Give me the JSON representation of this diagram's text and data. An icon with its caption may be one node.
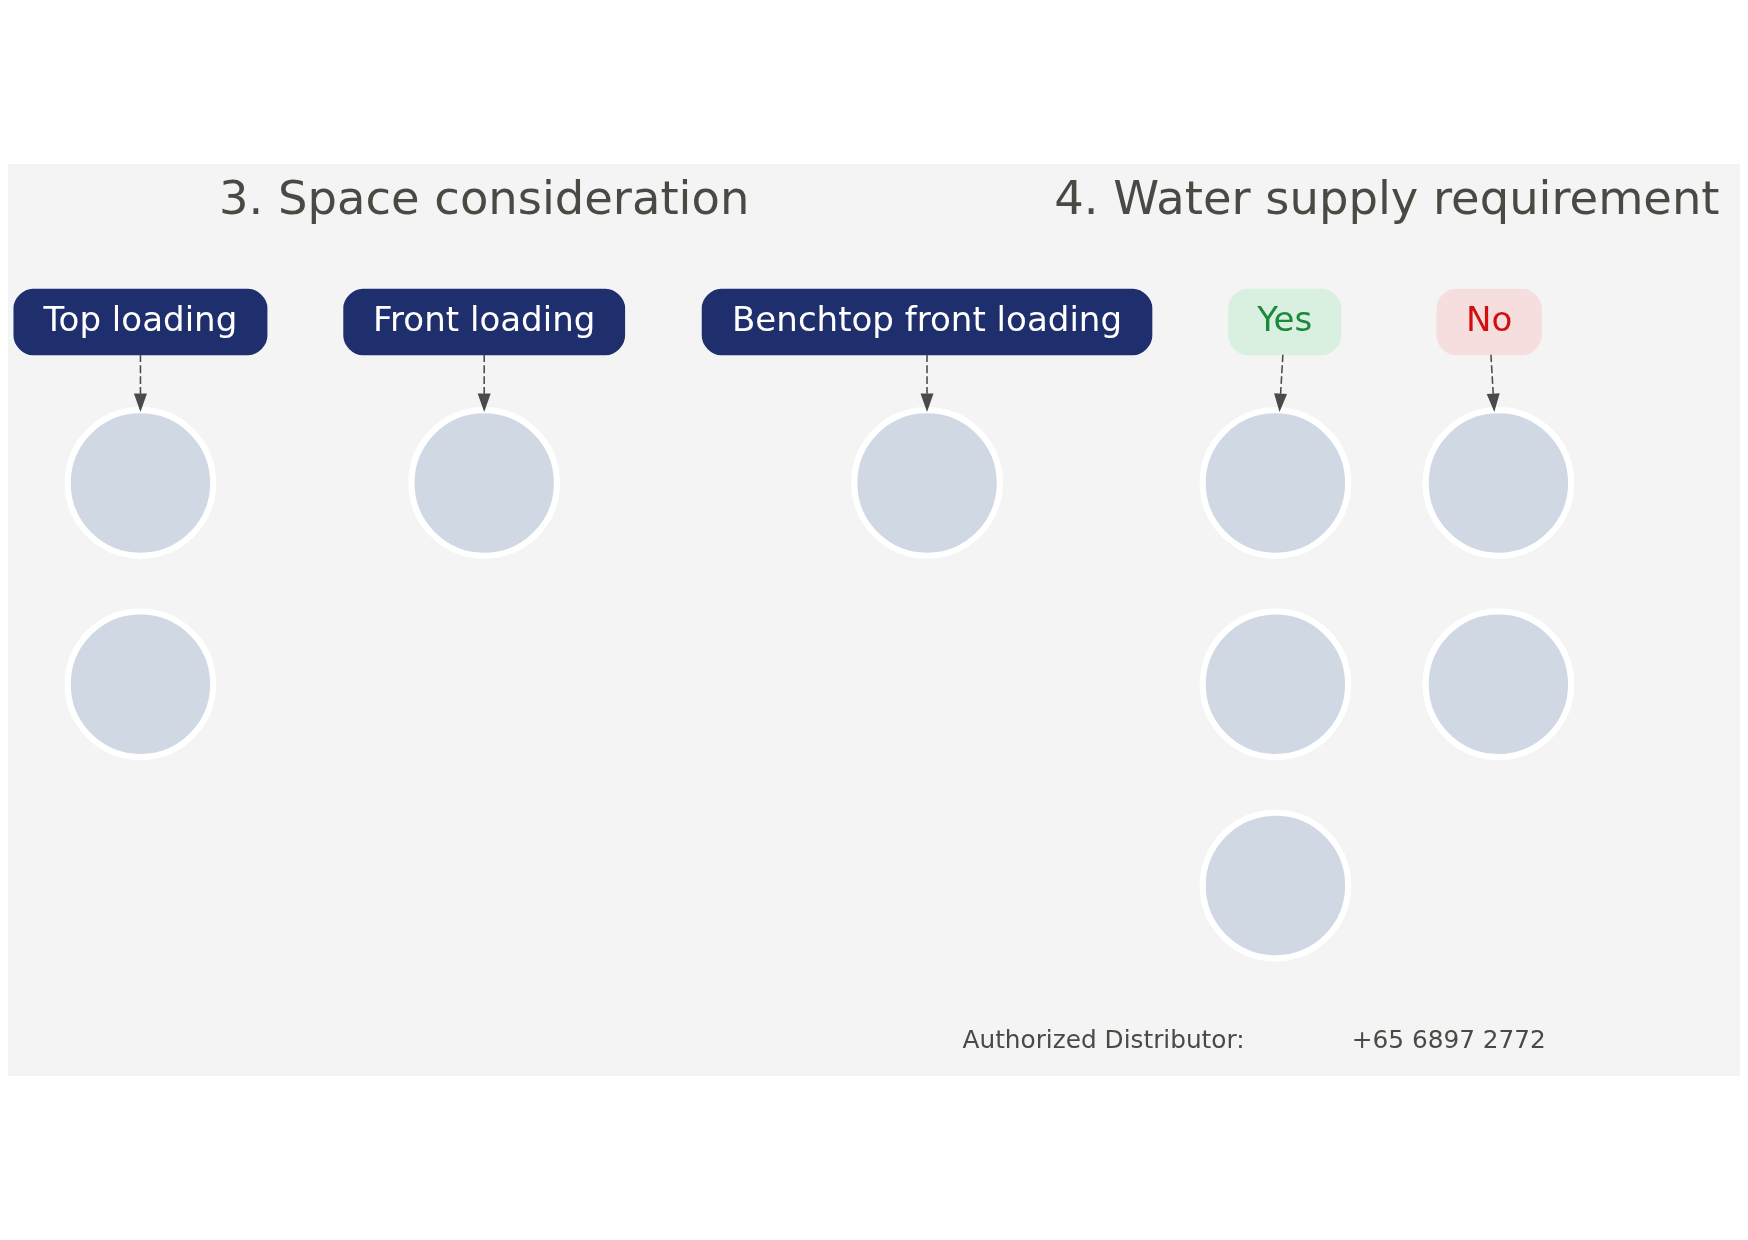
{
  "diagram": {
    "nodes": [
      {
        "text": [
          "Top loading"
        ]
      },
      {
        "text": [
          "Front loading"
        ]
      },
      {
        "text": [
          "Benchtop front loading"
        ]
      },
      {
        "text": [
          "Yes"
        ]
      },
      {
        "text": [
          "No"
        ]
      },
      {
        "text": [],
        "shape": "circle"
      },
      {
        "text": [],
        "shape": "circle"
      },
      {
        "text": [],
        "shape": "circle"
      },
      {
        "text": [],
        "shape": "circle"
      },
      {
        "text": [],
        "shape": "circle"
      },
      {
        "text": [],
        "shape": "circle"
      },
      {
        "text": [],
        "shape": "circle"
      },
      {
        "text": [],
        "shape": "circle"
      },
      {
        "text": [],
        "shape": "circle"
      }
    ],
    "edges": [
      {
        "from": 0,
        "to": 5,
        "arrow": "to",
        "style": "dashed"
      },
      {
        "from": 1,
        "to": 7,
        "arrow": "to",
        "style": "dashed"
      },
      {
        "from": 2,
        "to": 8,
        "arrow": "to",
        "style": "dashed"
      },
      {
        "from": 3,
        "to": 9,
        "arrow": "to",
        "style": "dashed"
      },
      {
        "from": 4,
        "to": 12,
        "arrow": "to",
        "style": "dashed"
      }
    ],
    "labels": [
      "3. Space consideration",
      "4. Water supply requirement",
      "Authorized Distributor:",
      "+65 6897 2772"
    ]
  }
}
